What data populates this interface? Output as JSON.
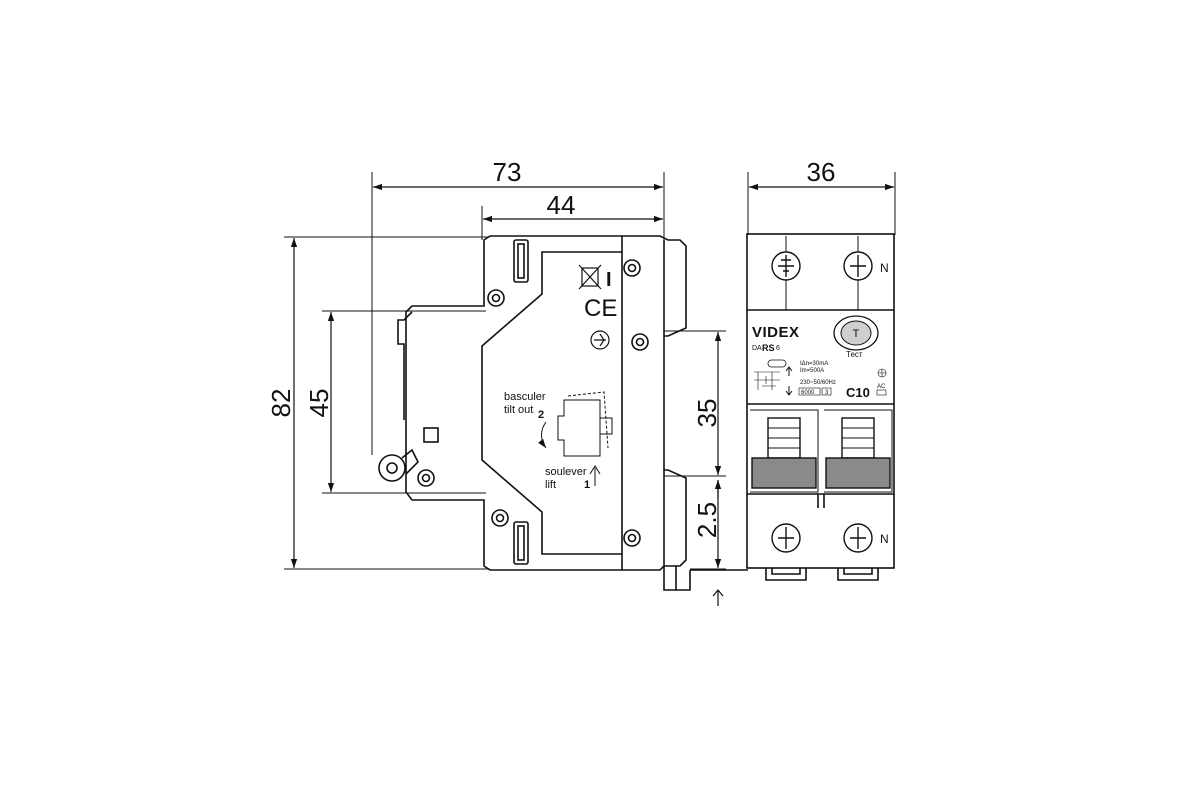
{
  "dimensions": {
    "overall_depth": "73",
    "body_depth": "44",
    "front_width": "36",
    "overall_height": "82",
    "window_height": "45",
    "face_height": "35",
    "rail_offset": "2.5"
  },
  "side_view": {
    "tilt_fr": "basculer",
    "tilt_en": "tilt out",
    "lift_fr": "soulever",
    "lift_en": "lift",
    "step_tilt": "2",
    "step_lift": "1",
    "ce_mark": "CE",
    "disposal_mark": "I"
  },
  "front_view": {
    "brand": "VIDEX",
    "model_prefix": "DA",
    "model_series": "RS",
    "model_number": "6",
    "test_button": "T",
    "test_label": "Тест",
    "residual_current": "IΔn=30mA",
    "breaking_current": "Im=500A",
    "voltage": "230~50/60Hz",
    "capacity": "6000",
    "class_code": "3",
    "rating": "C10",
    "type_mark": "AC",
    "neutral_top": "N",
    "neutral_bottom": "N"
  },
  "colors": {
    "line": "#111111",
    "handle": "#8a8a8a",
    "test_button": "#cfcfcf"
  }
}
